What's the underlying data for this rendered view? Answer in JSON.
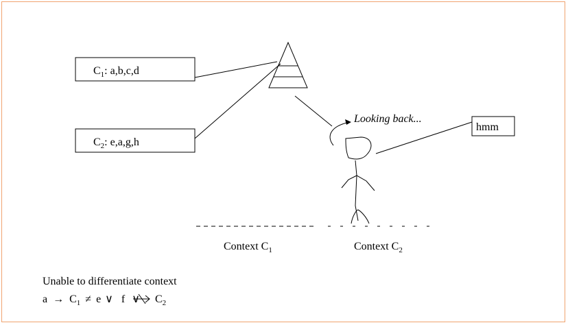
{
  "diagram": {
    "boxes": {
      "c1": {
        "letter": "C",
        "sub": "1",
        "rest": ": a,b,c,d"
      },
      "c2": {
        "letter": "C",
        "sub": "2",
        "rest": ": e,a,g,h"
      },
      "hmm": "hmm"
    },
    "thought": "Looking back...",
    "contexts": [
      {
        "letter": "Context C",
        "sub": "1"
      },
      {
        "letter": "Context C",
        "sub": "2"
      }
    ],
    "caption": "Unable to differentiate context",
    "formula": {
      "a": "a",
      "arrow": "→",
      "c": "C",
      "c_sub": "1",
      "neq": "≠",
      "e": "e",
      "or1": "∨",
      "f": "f",
      "or2": "∨",
      "c2": "C",
      "c2_sub": "2"
    }
  }
}
